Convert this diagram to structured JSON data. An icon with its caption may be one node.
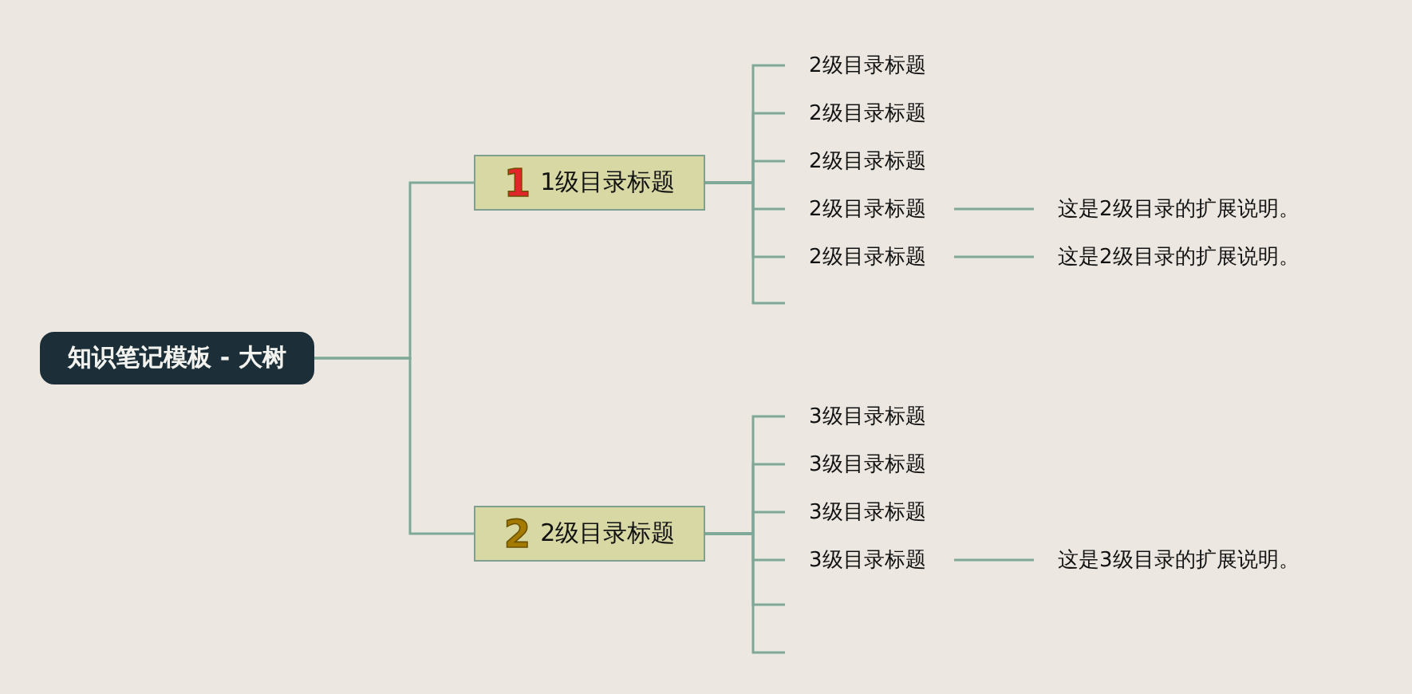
{
  "diagram": {
    "nodes": [
      {
        "text": [
          "知识笔记模板 - 大树"
        ]
      },
      {
        "text": [
          "1",
          "1级目录标题"
        ]
      },
      {
        "text": [
          "2级目录标题"
        ]
      },
      {
        "text": [
          "2级目录标题"
        ]
      },
      {
        "text": [
          "2级目录标题"
        ]
      },
      {
        "text": [
          "2级目录标题"
        ]
      },
      {
        "text": [
          "2级目录标题"
        ]
      },
      {
        "text": [
          "这是2级目录的扩展说明。"
        ]
      },
      {
        "text": [
          "这是2级目录的扩展说明。"
        ]
      },
      {
        "text": [
          "2",
          "2级目录标题"
        ]
      },
      {
        "text": [
          "3级目录标题"
        ]
      },
      {
        "text": [
          "3级目录标题"
        ]
      },
      {
        "text": [
          "3级目录标题"
        ]
      },
      {
        "text": [
          "3级目录标题"
        ]
      },
      {
        "text": [
          "这是3级目录的扩展说明。"
        ]
      }
    ],
    "edges": [
      {
        "from": 0,
        "to": 1,
        "arrow": "none"
      },
      {
        "from": 0,
        "to": 9,
        "arrow": "none"
      },
      {
        "from": 1,
        "to": 2,
        "arrow": "none"
      },
      {
        "from": 1,
        "to": 3,
        "arrow": "none"
      },
      {
        "from": 1,
        "to": 4,
        "arrow": "none"
      },
      {
        "from": 1,
        "to": 5,
        "arrow": "none"
      },
      {
        "from": 1,
        "to": 6,
        "arrow": "none"
      },
      {
        "from": 1,
        "to": null,
        "arrow": "none"
      },
      {
        "from": 5,
        "to": 7,
        "arrow": "none"
      },
      {
        "from": 6,
        "to": 8,
        "arrow": "none"
      },
      {
        "from": 9,
        "to": 10,
        "arrow": "none"
      },
      {
        "from": 9,
        "to": 11,
        "arrow": "none"
      },
      {
        "from": 9,
        "to": 12,
        "arrow": "none"
      },
      {
        "from": 9,
        "to": 13,
        "arrow": "none"
      },
      {
        "from": 9,
        "to": null,
        "arrow": "none"
      },
      {
        "from": 9,
        "to": null,
        "arrow": "none"
      },
      {
        "from": 13,
        "to": 14,
        "arrow": "none"
      }
    ]
  }
}
